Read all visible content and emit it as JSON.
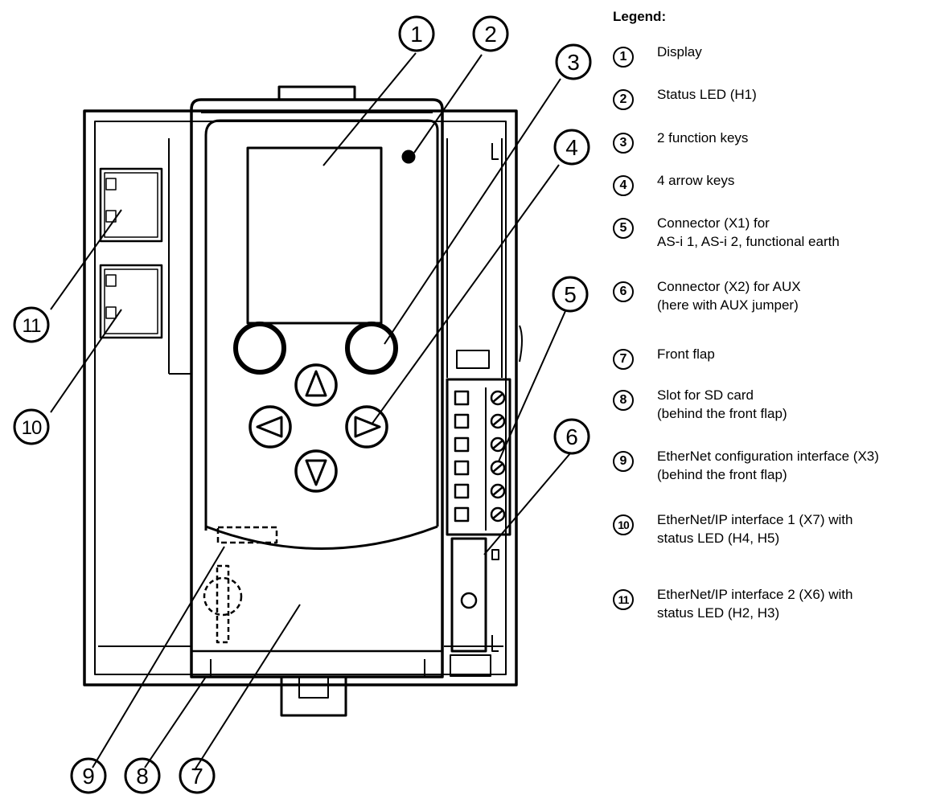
{
  "legend": {
    "title": "Legend:",
    "items": [
      {
        "num": "1",
        "lines": [
          "Display"
        ]
      },
      {
        "num": "2",
        "lines": [
          "Status LED (H1)"
        ]
      },
      {
        "num": "3",
        "lines": [
          "2 function keys"
        ]
      },
      {
        "num": "4",
        "lines": [
          "4 arrow keys"
        ]
      },
      {
        "num": "5",
        "lines": [
          "Connector (X1) for",
          "AS-i 1, AS-i 2, functional earth"
        ]
      },
      {
        "num": "6",
        "lines": [
          "Connector (X2) for AUX",
          "(here with AUX jumper)"
        ]
      },
      {
        "num": "7",
        "lines": [
          "Front flap"
        ]
      },
      {
        "num": "8",
        "lines": [
          "Slot for SD card",
          "(behind the front flap)"
        ]
      },
      {
        "num": "9",
        "lines": [
          "EtherNet configuration interface (X3)",
          "(behind the front flap)"
        ]
      },
      {
        "num": "10",
        "lines": [
          "EtherNet/IP interface 1 (X7) with",
          "status LED (H4, H5)"
        ]
      },
      {
        "num": "11",
        "lines": [
          "EtherNet/IP interface 2 (X6) with",
          "status LED (H2, H3)"
        ]
      }
    ]
  },
  "callouts": [
    "1",
    "2",
    "3",
    "4",
    "5",
    "6",
    "7",
    "8",
    "9",
    "10",
    "11"
  ]
}
